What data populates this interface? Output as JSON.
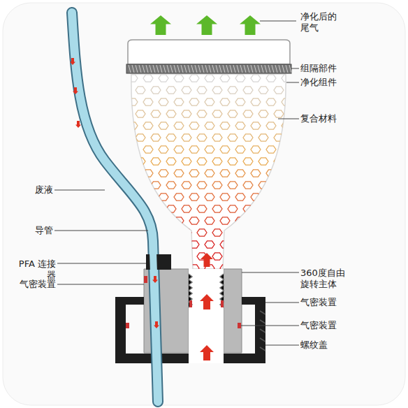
{
  "diagram": {
    "labels": [
      "净化后的 尾气",
      "组隔部件",
      "净化组件",
      "复合材料",
      "废液",
      "导管",
      "PFA 连接器",
      "气密装置",
      "360度自由 旋转主体",
      "气密装置",
      "气密装置",
      "螺纹盖"
    ]
  }
}
